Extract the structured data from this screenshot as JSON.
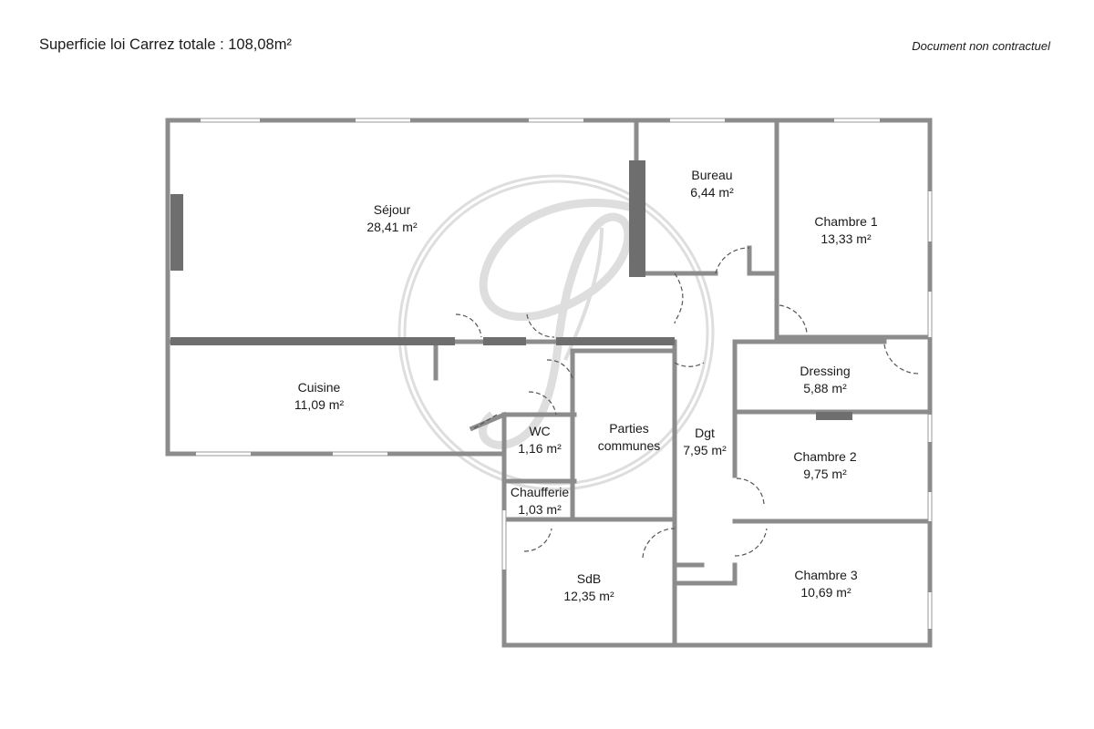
{
  "header": {
    "total_area_text": "Superficie loi Carrez totale : 108,08m²",
    "disclaimer": "Document non contractuel"
  },
  "colors": {
    "wall": "#8c8c8c",
    "wall_dark": "#6e6e6e",
    "wall_fill": "#ffffff",
    "watermark": "#dcdcdc"
  },
  "watermark": {
    "icon": "monogram-j-circle-logo"
  },
  "rooms": [
    {
      "id": "sejour",
      "name": "Séjour",
      "area": "28,41 m²"
    },
    {
      "id": "bureau",
      "name": "Bureau",
      "area": "6,44 m²"
    },
    {
      "id": "chambre-1",
      "name": "Chambre 1",
      "area": "13,33 m²"
    },
    {
      "id": "cuisine",
      "name": "Cuisine",
      "area": "11,09 m²"
    },
    {
      "id": "wc",
      "name": "WC",
      "area": "1,16 m²"
    },
    {
      "id": "parties",
      "name": [
        "Parties",
        "communes"
      ],
      "area": ""
    },
    {
      "id": "dgt",
      "name": "Dgt",
      "area": "7,95 m²"
    },
    {
      "id": "dressing",
      "name": "Dressing",
      "area": "5,88 m²"
    },
    {
      "id": "chambre-2",
      "name": "Chambre 2",
      "area": "9,75 m²"
    },
    {
      "id": "chaufferie",
      "name": "Chaufferie",
      "area": "1,03 m²"
    },
    {
      "id": "sdb",
      "name": "SdB",
      "area": "12,35 m²"
    },
    {
      "id": "chambre-3",
      "name": "Chambre 3",
      "area": "10,69 m²"
    }
  ]
}
